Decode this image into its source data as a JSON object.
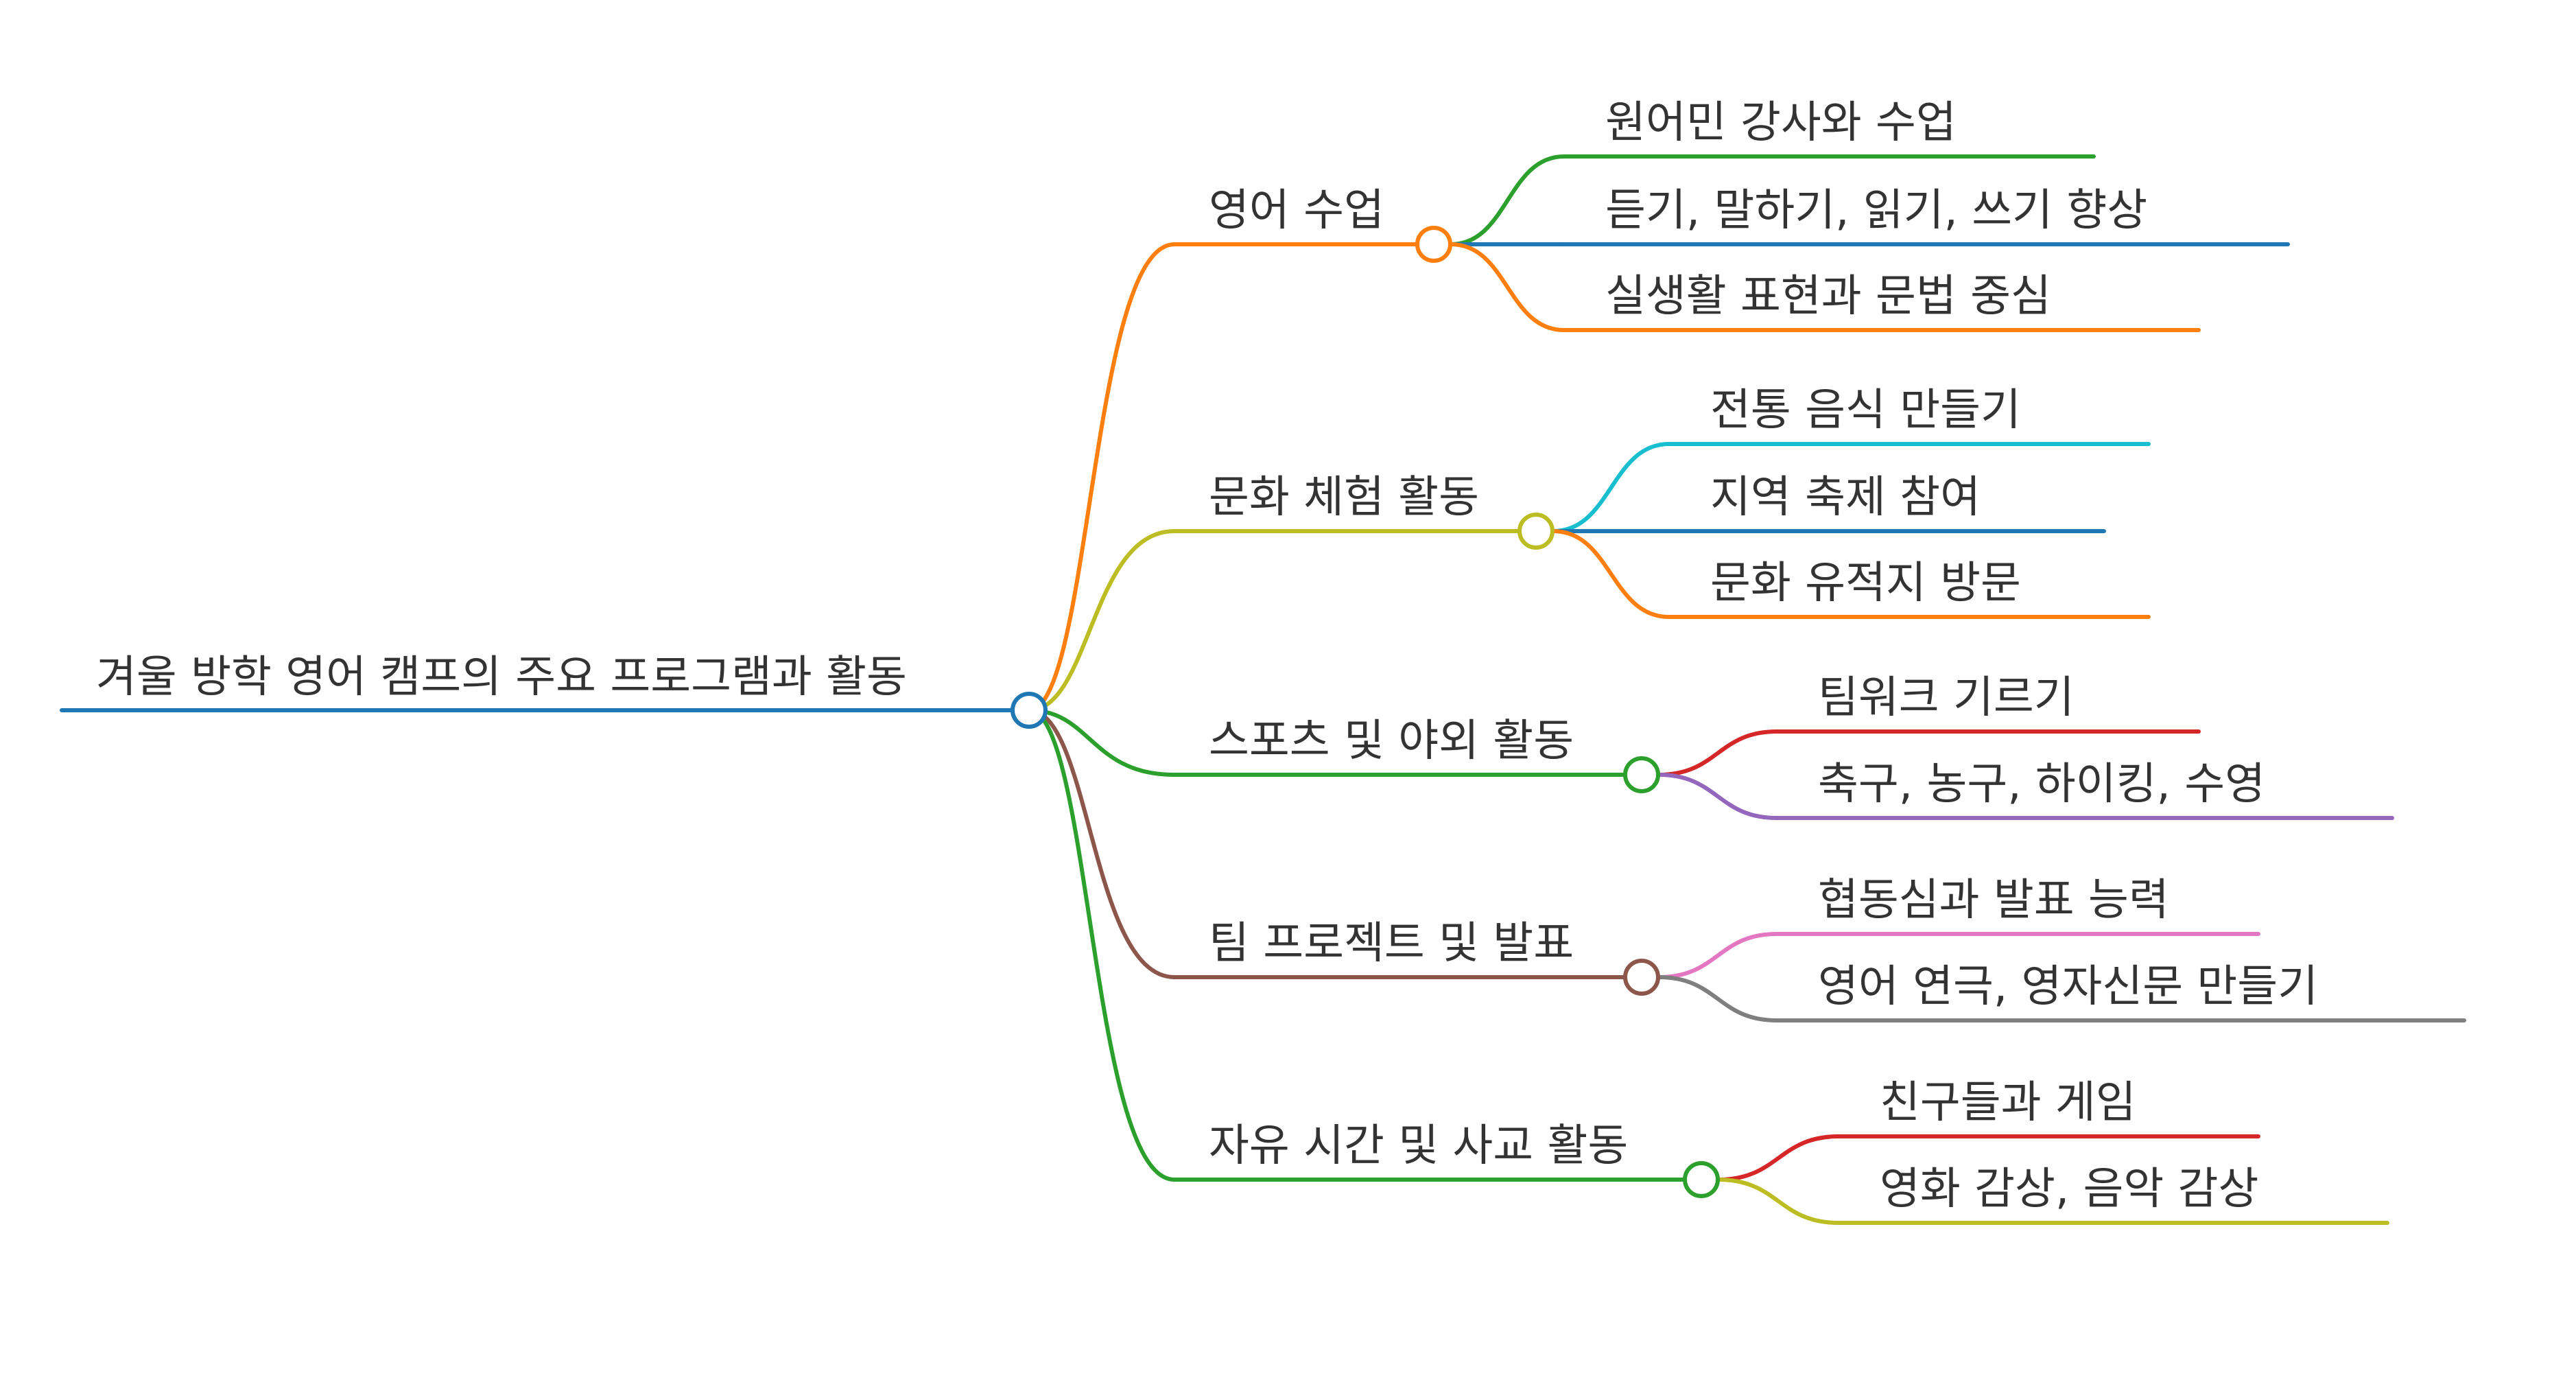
{
  "root": {
    "label": "겨울 방학 영어 캠프의 주요 프로그램과 활동",
    "color": "#1f77b4"
  },
  "branches": [
    {
      "label": "영어 수업",
      "color": "#ff7f0e",
      "children": [
        {
          "label": "원어민 강사와 수업",
          "color": "#2ca02c"
        },
        {
          "label": "듣기, 말하기, 읽기, 쓰기 향상",
          "color": "#1f77b4"
        },
        {
          "label": "실생활 표현과 문법 중심",
          "color": "#ff7f0e"
        }
      ]
    },
    {
      "label": "문화 체험 활동",
      "color": "#bcbd22",
      "children": [
        {
          "label": "전통 음식 만들기",
          "color": "#17becf"
        },
        {
          "label": "지역 축제 참여",
          "color": "#1f77b4"
        },
        {
          "label": "문화 유적지 방문",
          "color": "#ff7f0e"
        }
      ]
    },
    {
      "label": "스포츠 및 야외 활동",
      "color": "#2ca02c",
      "children": [
        {
          "label": "팀워크 기르기",
          "color": "#d62728"
        },
        {
          "label": "축구, 농구, 하이킹, 수영",
          "color": "#9467bd"
        }
      ]
    },
    {
      "label": "팀 프로젝트 및 발표",
      "color": "#8c564b",
      "children": [
        {
          "label": "협동심과 발표 능력",
          "color": "#e377c2"
        },
        {
          "label": "영어 연극, 영자신문 만들기",
          "color": "#7f7f7f"
        }
      ]
    },
    {
      "label": "자유 시간 및 사교 활동",
      "color": "#2ca02c",
      "children": [
        {
          "label": "친구들과 게임",
          "color": "#d62728"
        },
        {
          "label": "영화 감상, 음악 감상",
          "color": "#bcbd22"
        }
      ]
    }
  ]
}
